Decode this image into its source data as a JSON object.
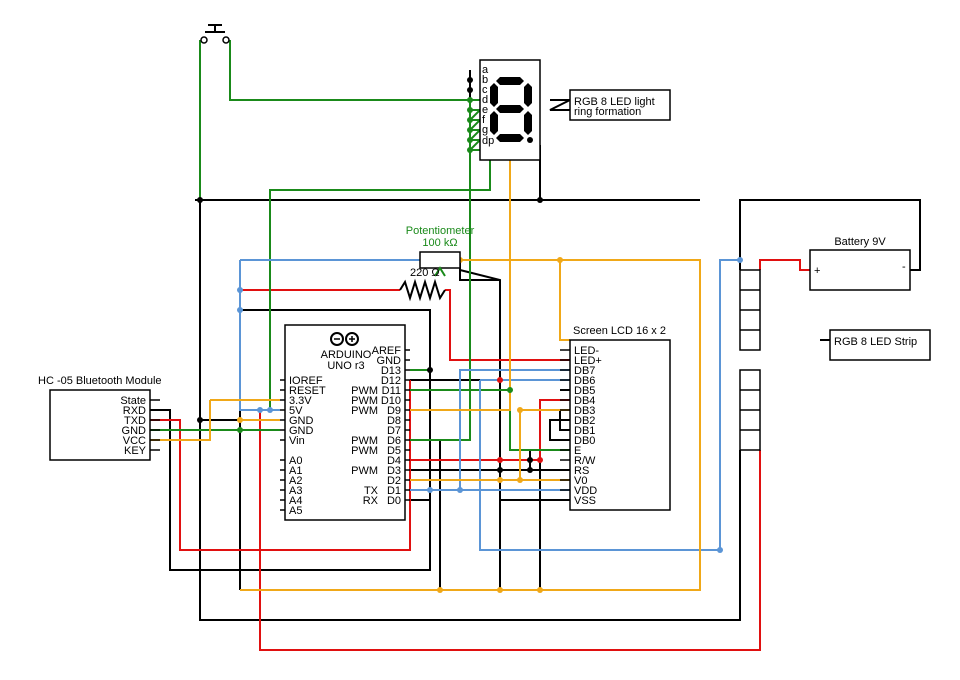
{
  "colors": {
    "black": "#000000",
    "red": "#e01010",
    "green": "#1a8a1a",
    "blue": "#5b95d6",
    "orange": "#f0a818"
  },
  "components": {
    "bluetooth": {
      "title": "HC -05 Bluetooth Module",
      "pins": [
        "State",
        "RXD",
        "TXD",
        "GND",
        "VCC",
        "KEY"
      ]
    },
    "arduino": {
      "name_line1": "ARDUINO",
      "name_line2": "UNO r3",
      "left_pins": [
        "IOREF",
        "RESET",
        "3.3V",
        "5V",
        "GND",
        "GND",
        "Vin",
        "A0",
        "A1",
        "A2",
        "A3",
        "A4",
        "A5"
      ],
      "right_pins": [
        "AREF",
        "GND",
        "D13",
        "D12",
        "D11",
        "D10",
        "D9",
        "D8",
        "D7",
        "D6",
        "D5",
        "D4",
        "D3",
        "D2",
        "D1",
        "D0"
      ],
      "right_prefixes": [
        "",
        "",
        "",
        "",
        "PWM",
        "PWM",
        "PWM",
        "",
        "",
        "PWM",
        "PWM",
        "",
        "PWM",
        "",
        "TX",
        "RX"
      ]
    },
    "lcd": {
      "title": "Screen LCD 16 x 2",
      "pins": [
        "LED-",
        "LED+",
        "DB7",
        "DB6",
        "DB5",
        "DB4",
        "DB3",
        "DB2",
        "DB1",
        "DB0",
        "E",
        "R/W",
        "RS",
        "V0",
        "VDD",
        "VSS"
      ]
    },
    "seven_segment": {
      "pins": [
        "a",
        "b",
        "c",
        "d",
        "e",
        "f",
        "g",
        "dp"
      ],
      "digit": "8"
    },
    "ring": {
      "label_line1": "RGB 8 LED light",
      "label_line2": "ring formation"
    },
    "potentiometer": {
      "label_line1": "Potentiometer",
      "label_line2": "100 kΩ"
    },
    "resistor": {
      "label": "220 Ω"
    },
    "battery": {
      "title": "Battery 9V",
      "plus": "+",
      "minus": "-"
    },
    "strip": {
      "label": "RGB 8 LED Strip"
    }
  }
}
